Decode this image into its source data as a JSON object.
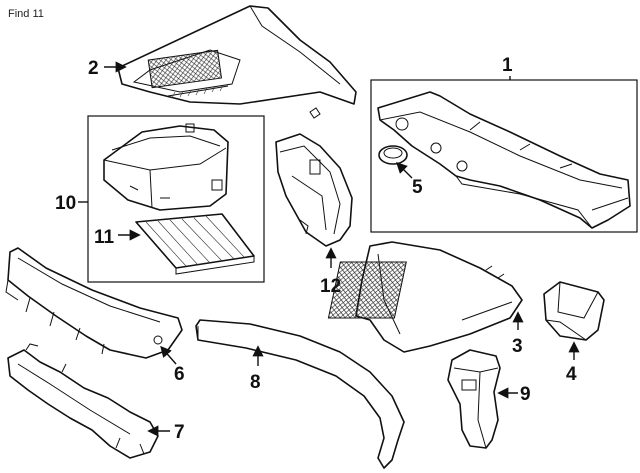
{
  "header": {
    "title": "Find 11"
  },
  "callouts": {
    "c1": "1",
    "c2": "2",
    "c3": "3",
    "c4": "4",
    "c5": "5",
    "c6": "6",
    "c7": "7",
    "c8": "8",
    "c9": "9",
    "c10": "10",
    "c11": "11",
    "c12": "12"
  }
}
